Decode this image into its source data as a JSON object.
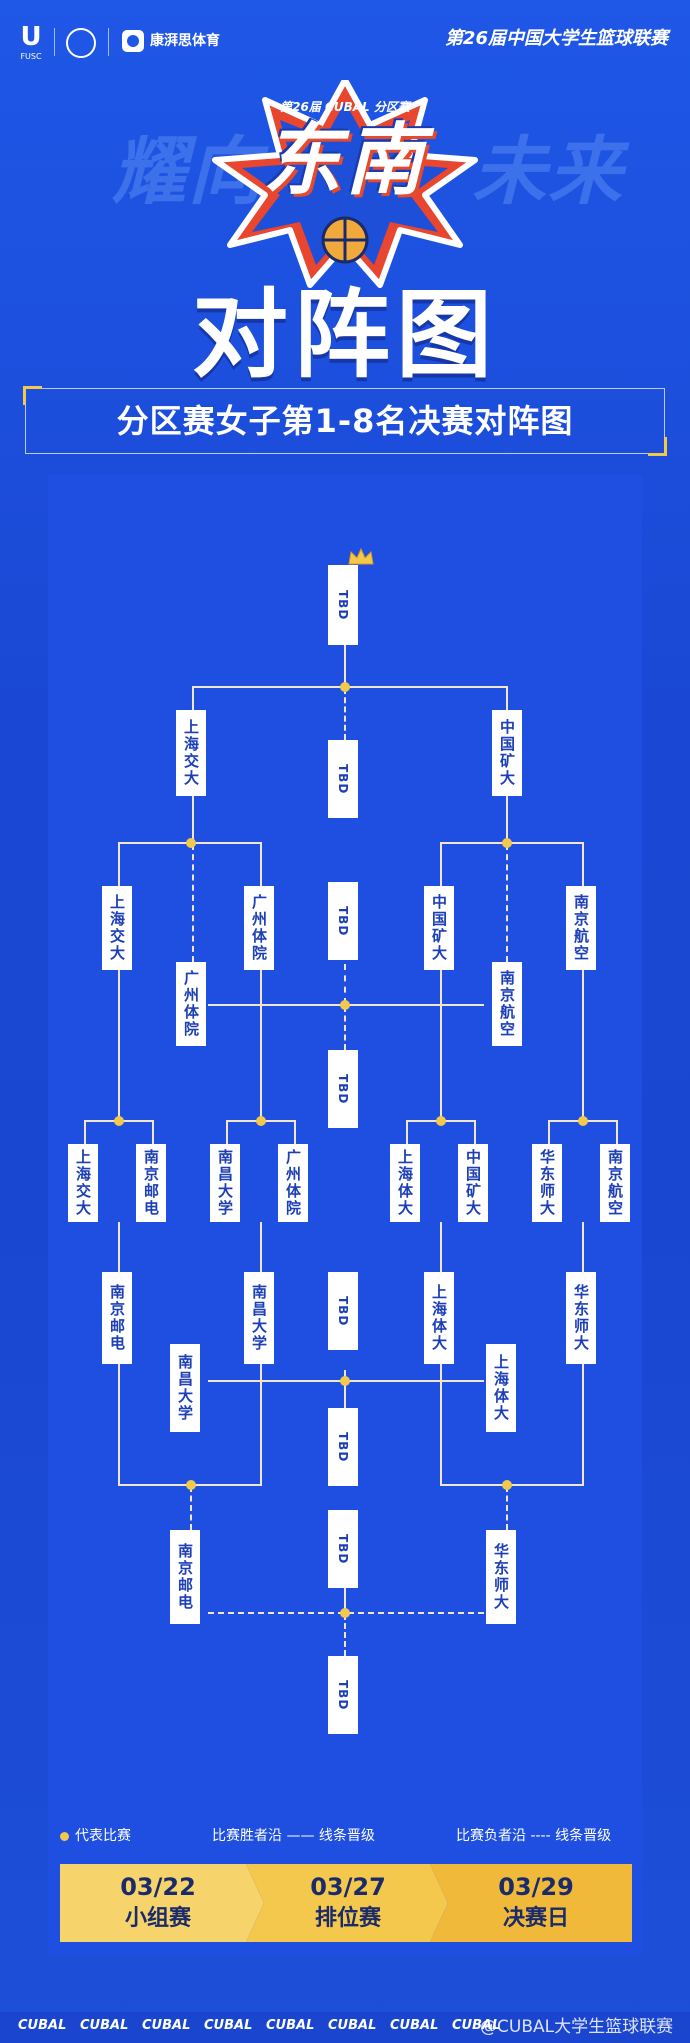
{
  "header": {
    "logo1_text": "U",
    "logo1_sub": "FUSC",
    "brand": "康湃思体育",
    "league": "第26届中国大学生篮球联赛"
  },
  "hero": {
    "bg_left": "耀向",
    "bg_right": "未来",
    "badge": "第26届 CUBAL 分区赛",
    "region": "东南",
    "title": "对阵图",
    "subtitle": "分区赛女子第1-8名决赛对阵图"
  },
  "bracket": {
    "tbd": "TBD",
    "top_left": "上海交大",
    "top_right": "中国矿大",
    "r2": [
      "上海交大",
      "广州体院",
      "中国矿大",
      "南京航空"
    ],
    "r2_loser_left": "广州体院",
    "r2_loser_right": "南京航空",
    "r1": [
      "上海交大",
      "南京邮电",
      "南昌大学",
      "广州体院",
      "上海体大",
      "中国矿大",
      "华东师大",
      "南京航空"
    ],
    "r1_losers": [
      "南京邮电",
      "南昌大学",
      "上海体大",
      "华东师大"
    ],
    "r1_loser_final_left": "南昌大学",
    "r1_loser_final_right": "上海体大",
    "seventh_left": "南京邮电",
    "seventh_right": "华东师大"
  },
  "legend": {
    "rep": "代表比赛",
    "winner": "比赛胜者沿 —— 线条晋级",
    "loser": "比赛负者沿 ---- 线条晋级"
  },
  "schedule": [
    {
      "date": "03/22",
      "name": "小组赛"
    },
    {
      "date": "03/27",
      "name": "排位赛"
    },
    {
      "date": "03/29",
      "name": "决赛日"
    }
  ],
  "footer": {
    "cubal": [
      "CUBAL",
      "CUBAL",
      "CUBAL",
      "CUBAL",
      "CUBAL",
      "CUBAL",
      "CUBAL",
      "CUBAL"
    ],
    "watermark": "@CUBAL大学生篮球联赛"
  },
  "colors": {
    "bg": "#1d4fd8",
    "accent": "#f2c94c",
    "line": "#f1e7c8",
    "box_text": "#1c3fb8"
  }
}
